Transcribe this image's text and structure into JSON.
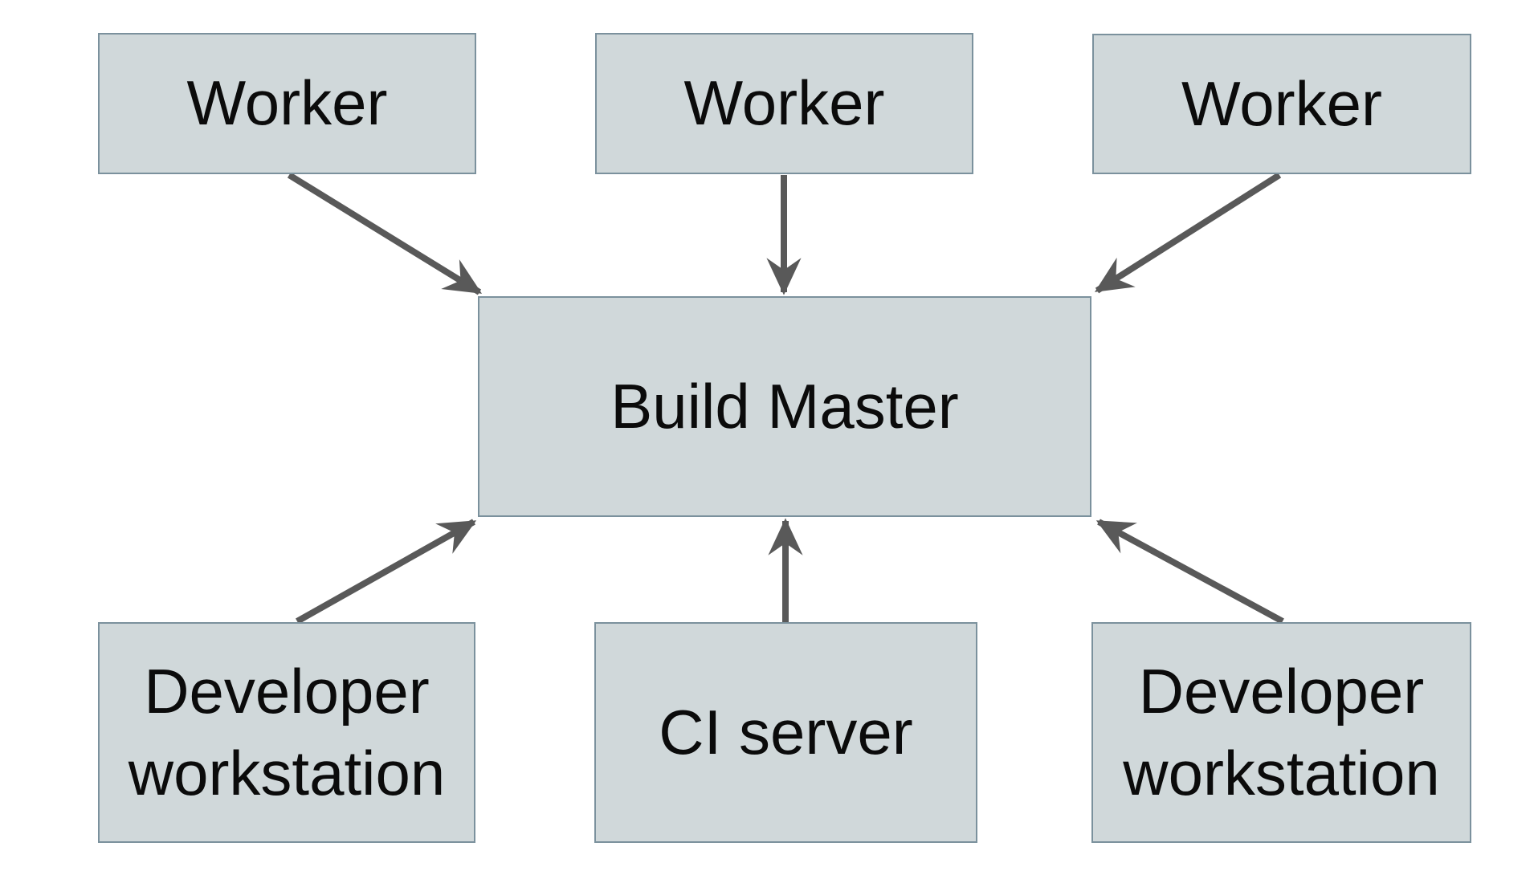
{
  "diagram": {
    "type": "architecture-diagram",
    "colors": {
      "background": "#ffffff",
      "box_fill": "#d0d8da",
      "box_border": "#7b919d",
      "arrow": "#595959",
      "text": "#0b0b0b"
    },
    "nodes": [
      {
        "id": "worker-1",
        "label": "Worker"
      },
      {
        "id": "worker-2",
        "label": "Worker"
      },
      {
        "id": "worker-3",
        "label": "Worker"
      },
      {
        "id": "build-master",
        "label": "Build Master"
      },
      {
        "id": "dev-workstation-1",
        "label": "Developer workstation"
      },
      {
        "id": "ci-server",
        "label": "CI server"
      },
      {
        "id": "dev-workstation-2",
        "label": "Developer workstation"
      }
    ],
    "edges": [
      {
        "from": "worker-1",
        "to": "build-master"
      },
      {
        "from": "worker-2",
        "to": "build-master"
      },
      {
        "from": "worker-3",
        "to": "build-master"
      },
      {
        "from": "dev-workstation-1",
        "to": "build-master"
      },
      {
        "from": "ci-server",
        "to": "build-master"
      },
      {
        "from": "dev-workstation-2",
        "to": "build-master"
      }
    ]
  }
}
